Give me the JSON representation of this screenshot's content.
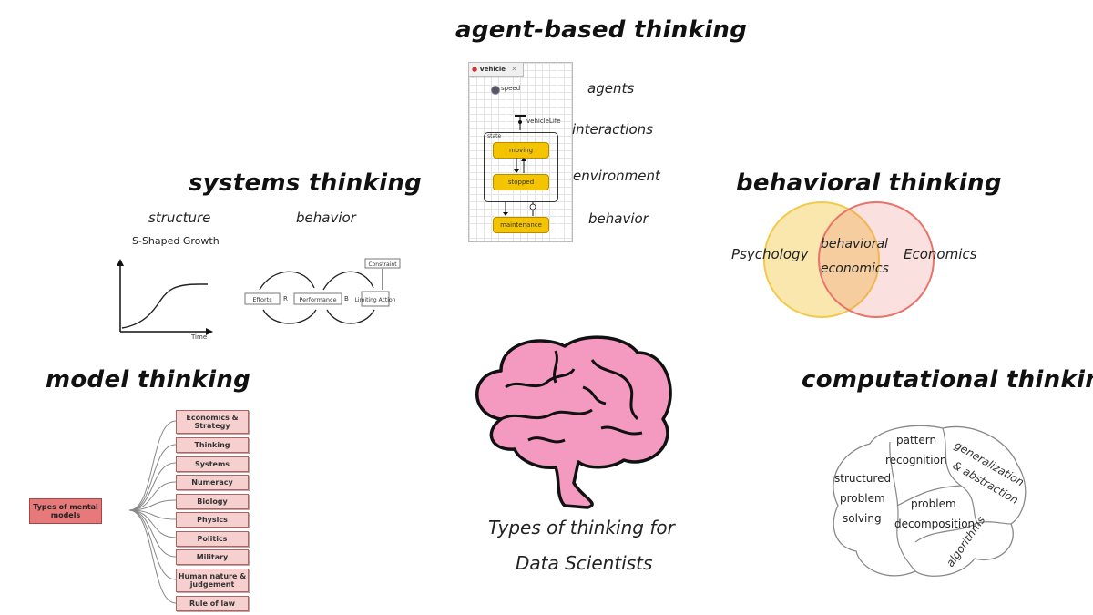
{
  "headings": {
    "agent": "agent-based thinking",
    "systems": "systems thinking",
    "behavioral": "behavioral thinking",
    "model": "model thinking",
    "computational": "computational thinking"
  },
  "center_caption": [
    "Types of thinking for",
    "Data Scientists"
  ],
  "agent": {
    "tab_title": "Vehicle",
    "param": "speed",
    "life_label": "vehicleLife",
    "state_label": "state",
    "states": [
      "moving",
      "stopped",
      "maintenance"
    ],
    "aspects": [
      "agents",
      "interactions",
      "environment",
      "behavior"
    ]
  },
  "systems": {
    "structure_label": "structure",
    "behavior_label": "behavior",
    "chart_title": "S-Shaped Growth",
    "x_label": "Time",
    "nodes": [
      "Efforts",
      "Performance",
      "Limiting Action",
      "Constraint"
    ],
    "loops": [
      "R",
      "B"
    ]
  },
  "behavioral": {
    "left": "Psychology",
    "overlap": [
      "behavioral",
      "economics"
    ],
    "right": "Economics"
  },
  "model": {
    "root": "Types of mental models",
    "items": [
      "Economics & Strategy",
      "Thinking",
      "Systems",
      "Numeracy",
      "Biology",
      "Physics",
      "Politics",
      "Military",
      "Human nature & judgement",
      "Rule of law"
    ]
  },
  "computational": {
    "pattern": [
      "pattern",
      "recognition"
    ],
    "generalization": [
      "generalization",
      "& abstraction"
    ],
    "structured": [
      "structured",
      "problem",
      "solving"
    ],
    "decomposition": [
      "problem",
      "decomposition"
    ],
    "algorithms": "algorithms"
  },
  "colors": {
    "state_fill": "#f5c400",
    "venn_left": "#f2c94c",
    "venn_right": "#e8736a",
    "brain": "#f49ac1",
    "model_box": "#f6cfcf",
    "model_root": "#e8797a"
  }
}
